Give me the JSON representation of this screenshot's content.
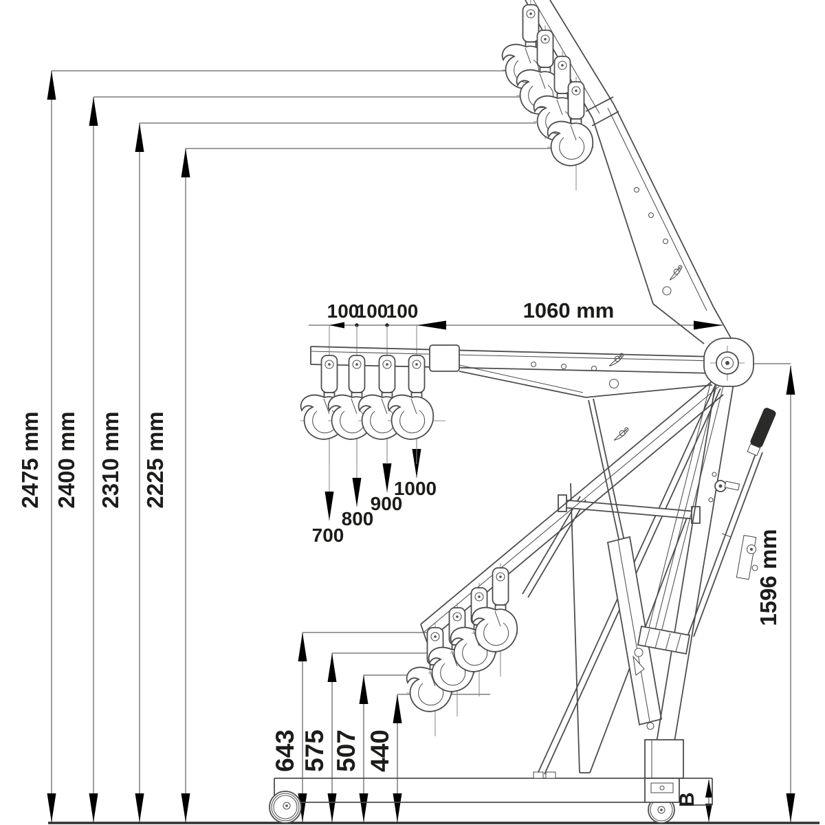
{
  "diagram": {
    "kind": "technical line drawing",
    "subject": "folding workshop crane side view with dimensioning",
    "colors": {
      "background": "#ffffff",
      "structure_line": "#4c4d4f",
      "dimension_line": "#7b7d80",
      "arrow_and_text": "#1c1c1a",
      "handle_grip": "#2b2b29"
    }
  },
  "dims": {
    "boom_top_heights": [
      "2475 mm",
      "2400 mm",
      "2310 mm",
      "2225 mm"
    ],
    "hook_spacings": [
      "100",
      "100",
      "100"
    ],
    "horizontal_reach": "1060 mm",
    "pivot_height": "1596 mm",
    "mid_drop_heights": [
      "700",
      "800",
      "900",
      "1000"
    ],
    "lowered_hook_heights": [
      "643",
      "575",
      "507",
      "440"
    ],
    "base_height_label": "B"
  }
}
